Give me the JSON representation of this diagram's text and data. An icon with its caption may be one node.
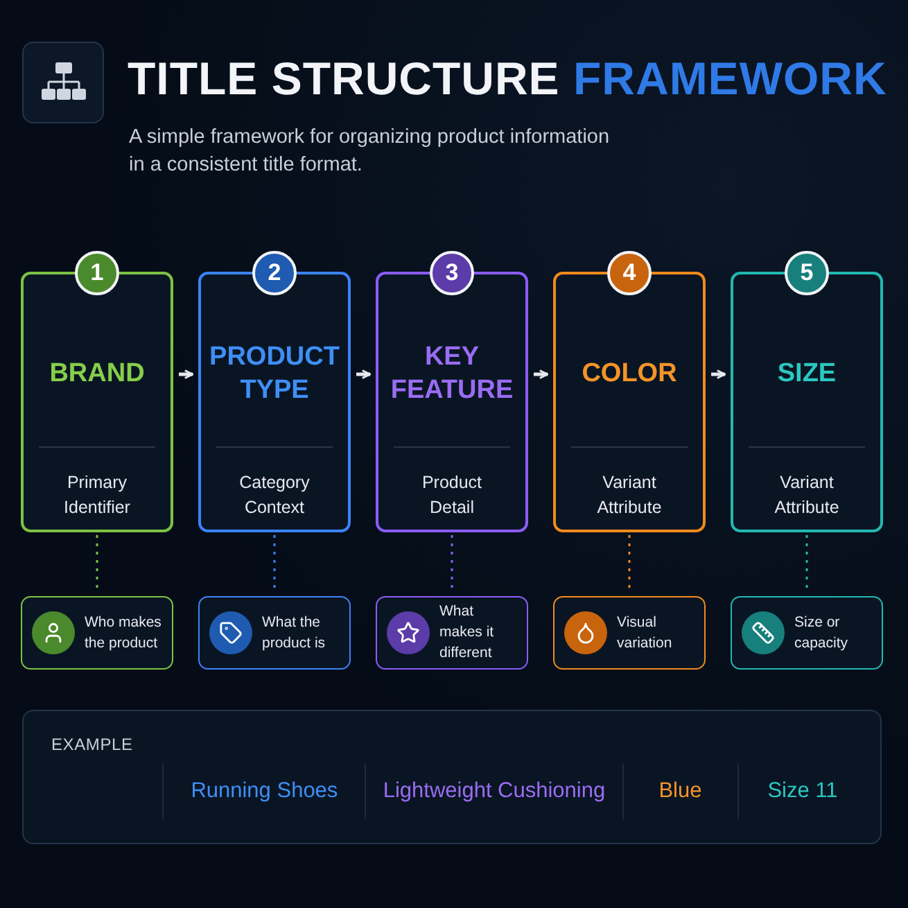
{
  "diagram": {
    "title": "TITLE STRUCTURE FRAMEWORK",
    "caption": "A simple framework for organizing product information in a consistent title format.",
    "nodes": [
      {
        "text": [
          "1",
          "BRAND",
          "Primary Identifier"
        ]
      },
      {
        "text": [
          "2",
          "PRODUCT TYPE",
          "Category Context"
        ]
      },
      {
        "text": [
          "3",
          "KEY FEATURE",
          "Product Detail"
        ]
      },
      {
        "text": [
          "4",
          "COLOR",
          "Variant Attribute"
        ]
      },
      {
        "text": [
          "5",
          "SIZE",
          "Variant Attribute"
        ]
      },
      {
        "text": [
          "Who makes the product"
        ]
      },
      {
        "text": [
          "What the product is"
        ]
      },
      {
        "text": [
          "What makes it different"
        ]
      },
      {
        "text": [
          "Visual variation"
        ]
      },
      {
        "text": [
          "Size or capacity"
        ]
      }
    ],
    "edges": [
      {
        "from": 0,
        "to": 1,
        "arrow": "to"
      },
      {
        "from": 1,
        "to": 2,
        "arrow": "to"
      },
      {
        "from": 2,
        "to": 3,
        "arrow": "to"
      },
      {
        "from": 3,
        "to": 4,
        "arrow": "to"
      },
      {
        "from": 0,
        "to": 5,
        "arrow": "none",
        "style": "dashed",
        "color": "#7cc242"
      },
      {
        "from": 1,
        "to": 6,
        "arrow": "none",
        "style": "dashed",
        "color": "#3b82f6"
      },
      {
        "from": 2,
        "to": 7,
        "arrow": "none",
        "style": "dashed",
        "color": "#8b5cf6"
      },
      {
        "from": 3,
        "to": 8,
        "arrow": "none",
        "style": "dashed",
        "color": "#f08a1c"
      },
      {
        "from": 4,
        "to": 9,
        "arrow": "none",
        "style": "dashed",
        "color": "#22b8b0"
      }
    ],
    "labels": [
      "EXAMPLE",
      "Running Shoes",
      "Lightweight Cushioning",
      "Blue",
      "Size 11"
    ]
  }
}
